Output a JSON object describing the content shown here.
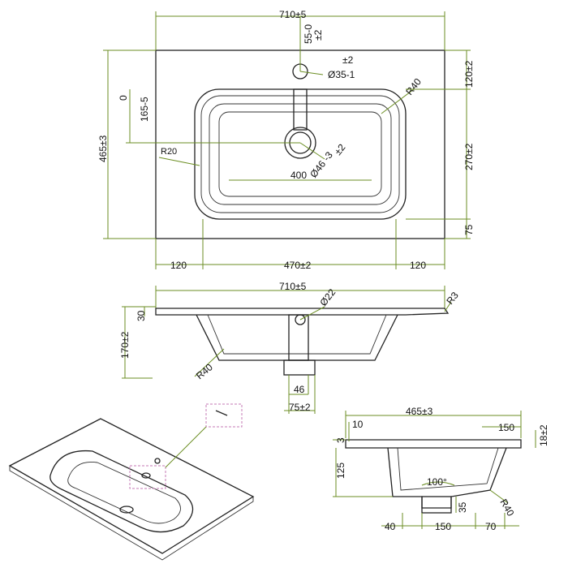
{
  "top_view": {
    "width": "710±5",
    "depth": "465±3",
    "tap_offset_a": "55-0",
    "tap_offset_b": "±2",
    "tap_hole_tol": "±2",
    "tap_hole_dia": "Ø35-1",
    "corner_radius": "R40",
    "left_offset_a": "0",
    "left_offset_b": "165-5",
    "inner_radius": "R20",
    "drain_tol": "±2",
    "drain_dia": "Ø46 -3",
    "bowl_width_inner": "400",
    "right_top": "120±2",
    "right_mid": "270±2",
    "right_bottom": "75",
    "bottom_left": "120",
    "bottom_mid": "470±2",
    "bottom_right": "120"
  },
  "front_view": {
    "width": "710±5",
    "overflow_dia": "Ø22",
    "edge_radius": "R3",
    "top_thickness": "30",
    "height": "170±2",
    "bowl_radius": "R40",
    "drain_width": "46",
    "drain_span": "75±2"
  },
  "side_view": {
    "depth": "465±3",
    "lip": "10",
    "ledge": "150",
    "top_thickness": "18±2",
    "rim": "3",
    "bowl_depth": "125",
    "angle": "100°",
    "drain_height": "35",
    "bowl_radius": "R40",
    "bottom_left": "40",
    "bottom_mid": "150",
    "bottom_right": "70"
  }
}
